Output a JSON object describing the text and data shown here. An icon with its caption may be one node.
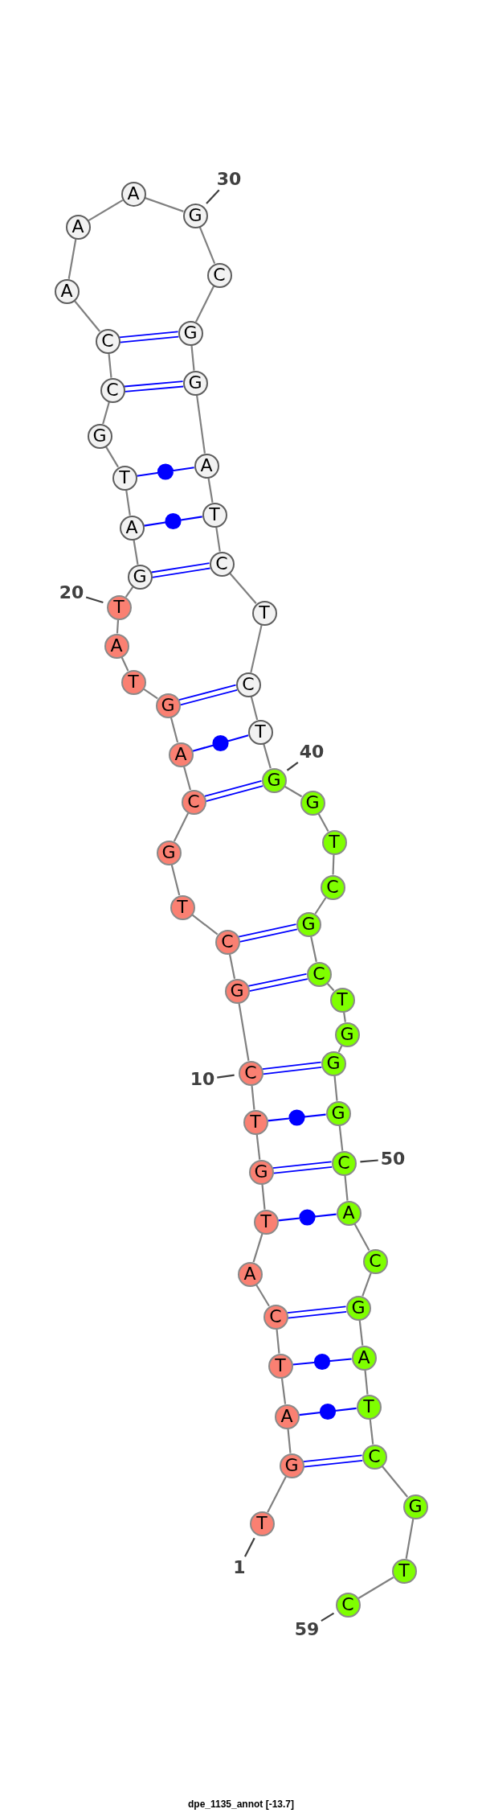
{
  "diagram": {
    "caption": "dpe_1135_annot [-13.7]",
    "nodes": [
      {
        "text": [
          "T"
        ]
      },
      {
        "text": [
          "G"
        ]
      },
      {
        "text": [
          "A"
        ]
      },
      {
        "text": [
          "T"
        ]
      },
      {
        "text": [
          "C"
        ]
      },
      {
        "text": [
          "A"
        ]
      },
      {
        "text": [
          "T"
        ]
      },
      {
        "text": [
          "G"
        ]
      },
      {
        "text": [
          "T"
        ]
      },
      {
        "text": [
          "C"
        ]
      },
      {
        "text": [
          "G"
        ]
      },
      {
        "text": [
          "C"
        ]
      },
      {
        "text": [
          "T"
        ]
      },
      {
        "text": [
          "G"
        ]
      },
      {
        "text": [
          "C"
        ]
      },
      {
        "text": [
          "A"
        ]
      },
      {
        "text": [
          "G"
        ]
      },
      {
        "text": [
          "T"
        ]
      },
      {
        "text": [
          "A"
        ]
      },
      {
        "text": [
          "T"
        ]
      },
      {
        "text": [
          "G"
        ]
      },
      {
        "text": [
          "A"
        ]
      },
      {
        "text": [
          "T"
        ]
      },
      {
        "text": [
          "G"
        ]
      },
      {
        "text": [
          "C"
        ]
      },
      {
        "text": [
          "C"
        ]
      },
      {
        "text": [
          "A"
        ]
      },
      {
        "text": [
          "A"
        ]
      },
      {
        "text": [
          "A"
        ]
      },
      {
        "text": [
          "G"
        ]
      },
      {
        "text": [
          "C"
        ]
      },
      {
        "text": [
          "G"
        ]
      },
      {
        "text": [
          "G"
        ]
      },
      {
        "text": [
          "A"
        ]
      },
      {
        "text": [
          "T"
        ]
      },
      {
        "text": [
          "C"
        ]
      },
      {
        "text": [
          "T"
        ]
      },
      {
        "text": [
          "C"
        ]
      },
      {
        "text": [
          "T"
        ]
      },
      {
        "text": [
          "G"
        ]
      },
      {
        "text": [
          "G"
        ]
      },
      {
        "text": [
          "T"
        ]
      },
      {
        "text": [
          "C"
        ]
      },
      {
        "text": [
          "G"
        ]
      },
      {
        "text": [
          "C"
        ]
      },
      {
        "text": [
          "T"
        ]
      },
      {
        "text": [
          "G"
        ]
      },
      {
        "text": [
          "G"
        ]
      },
      {
        "text": [
          "G"
        ]
      },
      {
        "text": [
          "C"
        ]
      },
      {
        "text": [
          "A"
        ]
      },
      {
        "text": [
          "C"
        ]
      },
      {
        "text": [
          "G"
        ]
      },
      {
        "text": [
          "A"
        ]
      },
      {
        "text": [
          "T"
        ]
      },
      {
        "text": [
          "C"
        ]
      },
      {
        "text": [
          "G"
        ]
      },
      {
        "text": [
          "T"
        ]
      },
      {
        "text": [
          "C"
        ]
      },
      {
        "text": [
          "1"
        ]
      },
      {
        "text": [
          "10"
        ]
      },
      {
        "text": [
          "20"
        ]
      },
      {
        "text": [
          "30"
        ]
      },
      {
        "text": [
          "40"
        ]
      },
      {
        "text": [
          "50"
        ]
      },
      {
        "text": [
          "59"
        ]
      }
    ],
    "edges": [
      {
        "from": 0,
        "to": 1,
        "arrow": "none"
      },
      {
        "from": 1,
        "to": 2,
        "arrow": "none"
      },
      {
        "from": 2,
        "to": 3,
        "arrow": "none"
      },
      {
        "from": 3,
        "to": 4,
        "arrow": "none"
      },
      {
        "from": 4,
        "to": 5,
        "arrow": "none"
      },
      {
        "from": 5,
        "to": 6,
        "arrow": "none"
      },
      {
        "from": 6,
        "to": 7,
        "arrow": "none"
      },
      {
        "from": 7,
        "to": 8,
        "arrow": "none"
      },
      {
        "from": 8,
        "to": 9,
        "arrow": "none"
      },
      {
        "from": 9,
        "to": 10,
        "arrow": "none"
      },
      {
        "from": 10,
        "to": 11,
        "arrow": "none"
      },
      {
        "from": 11,
        "to": 12,
        "arrow": "none"
      },
      {
        "from": 12,
        "to": 13,
        "arrow": "none"
      },
      {
        "from": 13,
        "to": 14,
        "arrow": "none"
      },
      {
        "from": 14,
        "to": 15,
        "arrow": "none"
      },
      {
        "from": 15,
        "to": 16,
        "arrow": "none"
      },
      {
        "from": 16,
        "to": 17,
        "arrow": "none"
      },
      {
        "from": 17,
        "to": 18,
        "arrow": "none"
      },
      {
        "from": 18,
        "to": 19,
        "arrow": "none"
      },
      {
        "from": 19,
        "to": 20,
        "arrow": "none"
      },
      {
        "from": 20,
        "to": 21,
        "arrow": "none"
      },
      {
        "from": 21,
        "to": 22,
        "arrow": "none"
      },
      {
        "from": 22,
        "to": 23,
        "arrow": "none"
      },
      {
        "from": 23,
        "to": 24,
        "arrow": "none"
      },
      {
        "from": 24,
        "to": 25,
        "arrow": "none"
      },
      {
        "from": 25,
        "to": 26,
        "arrow": "none"
      },
      {
        "from": 26,
        "to": 27,
        "arrow": "none"
      },
      {
        "from": 27,
        "to": 28,
        "arrow": "none"
      },
      {
        "from": 28,
        "to": 29,
        "arrow": "none"
      },
      {
        "from": 29,
        "to": 30,
        "arrow": "none"
      },
      {
        "from": 30,
        "to": 31,
        "arrow": "none"
      },
      {
        "from": 31,
        "to": 32,
        "arrow": "none"
      },
      {
        "from": 32,
        "to": 33,
        "arrow": "none"
      },
      {
        "from": 33,
        "to": 34,
        "arrow": "none"
      },
      {
        "from": 34,
        "to": 35,
        "arrow": "none"
      },
      {
        "from": 35,
        "to": 36,
        "arrow": "none"
      },
      {
        "from": 36,
        "to": 37,
        "arrow": "none"
      },
      {
        "from": 37,
        "to": 38,
        "arrow": "none"
      },
      {
        "from": 38,
        "to": 39,
        "arrow": "none"
      },
      {
        "from": 39,
        "to": 40,
        "arrow": "none"
      },
      {
        "from": 40,
        "to": 41,
        "arrow": "none"
      },
      {
        "from": 41,
        "to": 42,
        "arrow": "none"
      },
      {
        "from": 42,
        "to": 43,
        "arrow": "none"
      },
      {
        "from": 43,
        "to": 44,
        "arrow": "none"
      },
      {
        "from": 44,
        "to": 45,
        "arrow": "none"
      },
      {
        "from": 45,
        "to": 46,
        "arrow": "none"
      },
      {
        "from": 46,
        "to": 47,
        "arrow": "none"
      },
      {
        "from": 47,
        "to": 48,
        "arrow": "none"
      },
      {
        "from": 48,
        "to": 49,
        "arrow": "none"
      },
      {
        "from": 49,
        "to": 50,
        "arrow": "none"
      },
      {
        "from": 50,
        "to": 51,
        "arrow": "none"
      },
      {
        "from": 51,
        "to": 52,
        "arrow": "none"
      },
      {
        "from": 52,
        "to": 53,
        "arrow": "none"
      },
      {
        "from": 53,
        "to": 54,
        "arrow": "none"
      },
      {
        "from": 54,
        "to": 55,
        "arrow": "none"
      },
      {
        "from": 55,
        "to": 56,
        "arrow": "none"
      },
      {
        "from": 56,
        "to": 57,
        "arrow": "none"
      },
      {
        "from": 57,
        "to": 58,
        "arrow": "none"
      },
      {
        "from": 1,
        "to": 55,
        "arrow": "none",
        "color": "#0000ff"
      },
      {
        "from": 2,
        "to": 54,
        "arrow": "none",
        "color": "#0000ff"
      },
      {
        "from": 3,
        "to": 53,
        "arrow": "none",
        "color": "#0000ff"
      },
      {
        "from": 4,
        "to": 52,
        "arrow": "none",
        "color": "#0000ff"
      },
      {
        "from": 6,
        "to": 50,
        "arrow": "none",
        "color": "#0000ff"
      },
      {
        "from": 7,
        "to": 49,
        "arrow": "none",
        "color": "#0000ff"
      },
      {
        "from": 8,
        "to": 48,
        "arrow": "none",
        "color": "#0000ff"
      },
      {
        "from": 9,
        "to": 47,
        "arrow": "none",
        "color": "#0000ff"
      },
      {
        "from": 10,
        "to": 44,
        "arrow": "none",
        "color": "#0000ff"
      },
      {
        "from": 11,
        "to": 43,
        "arrow": "none",
        "color": "#0000ff"
      },
      {
        "from": 14,
        "to": 39,
        "arrow": "none",
        "color": "#0000ff"
      },
      {
        "from": 15,
        "to": 38,
        "arrow": "none",
        "color": "#0000ff"
      },
      {
        "from": 16,
        "to": 37,
        "arrow": "none",
        "color": "#0000ff"
      },
      {
        "from": 20,
        "to": 35,
        "arrow": "none",
        "color": "#0000ff"
      },
      {
        "from": 21,
        "to": 34,
        "arrow": "none",
        "color": "#0000ff"
      },
      {
        "from": 22,
        "to": 33,
        "arrow": "none",
        "color": "#0000ff"
      },
      {
        "from": 24,
        "to": 32,
        "arrow": "none",
        "color": "#0000ff"
      },
      {
        "from": 25,
        "to": 31,
        "arrow": "none",
        "color": "#0000ff"
      },
      {
        "from": 59,
        "to": 0,
        "arrow": "none",
        "color": "#404040"
      },
      {
        "from": 60,
        "to": 9,
        "arrow": "none",
        "color": "#404040"
      },
      {
        "from": 61,
        "to": 19,
        "arrow": "none",
        "color": "#404040"
      },
      {
        "from": 62,
        "to": 29,
        "arrow": "none",
        "color": "#404040"
      },
      {
        "from": 63,
        "to": 39,
        "arrow": "none",
        "color": "#404040"
      },
      {
        "from": 64,
        "to": 49,
        "arrow": "none",
        "color": "#404040"
      },
      {
        "from": 65,
        "to": 58,
        "arrow": "none",
        "color": "#404040"
      }
    ]
  }
}
